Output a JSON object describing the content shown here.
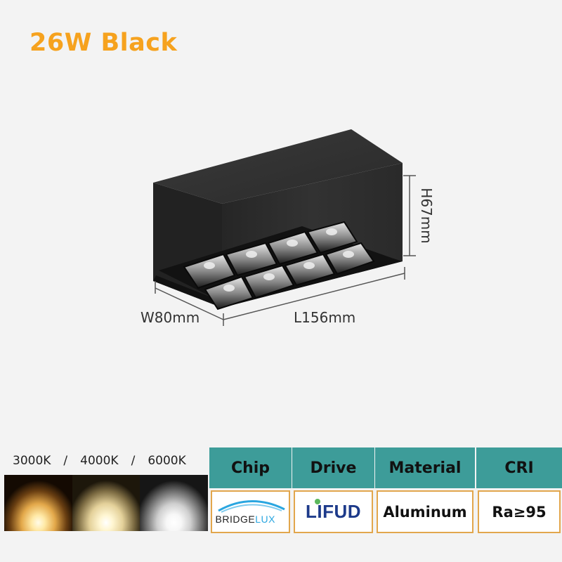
{
  "title": "26W Black",
  "dimensions": {
    "width": "W80mm",
    "length": "L156mm",
    "height": "H67mm"
  },
  "color_temps": {
    "labels": [
      "3000K",
      "4000K",
      "6000K"
    ],
    "separator": "/",
    "swatch_colors": [
      "#e3a84a",
      "#e4d19a",
      "#cfcfcf"
    ]
  },
  "specs": [
    {
      "header": "Chip",
      "value": "BRIDGELUX",
      "value_type": "logo"
    },
    {
      "header": "Drive",
      "value": "LIFUD",
      "value_type": "logo"
    },
    {
      "header": "Material",
      "value": "Aluminum",
      "value_type": "text"
    },
    {
      "header": "CRI",
      "value": "Ra≥95",
      "value_type": "text"
    }
  ],
  "logos": {
    "bridgelux_main": "BRIDGE",
    "bridgelux_accent": "LUX",
    "lifud": "LIFUD"
  },
  "colors": {
    "title": "#f6a21e",
    "header_bg": "#3d9c99",
    "cell_border": "#e2a64c",
    "housing": "#2b2b2b"
  }
}
